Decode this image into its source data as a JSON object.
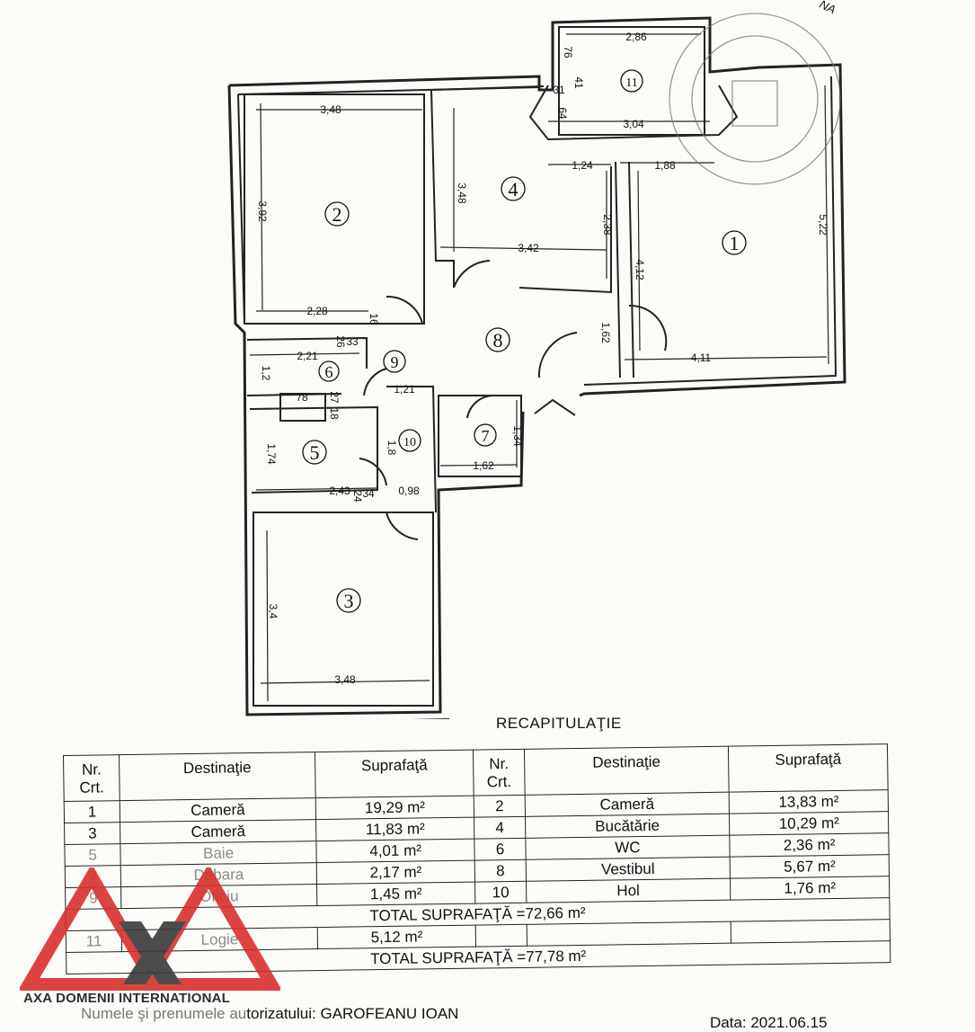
{
  "top_mark": "NA",
  "recap_title": "RECAPITULAŢIE",
  "table": {
    "headers": {
      "nr": "Nr. Crt.",
      "destinatie": "Destinaţie",
      "suprafata": "Suprafaţă"
    },
    "rows": [
      {
        "nr1": "1",
        "dest1": "Cameră",
        "sup1": "19,29 m²",
        "nr2": "2",
        "dest2": "Cameră",
        "sup2": "13,83 m²"
      },
      {
        "nr1": "3",
        "dest1": "Cameră",
        "sup1": "11,83 m²",
        "nr2": "4",
        "dest2": "Bucătărie",
        "sup2": "10,29 m²"
      },
      {
        "nr1": "5",
        "dest1": "Baie",
        "sup1": "4,01 m²",
        "nr2": "6",
        "dest2": "WC",
        "sup2": "2,36 m²"
      },
      {
        "nr1": "7",
        "dest1": "Debara",
        "sup1": "2,17 m²",
        "nr2": "8",
        "dest2": "Vestibul",
        "sup2": "5,67 m²"
      },
      {
        "nr1": "9",
        "dest1": "Oficiu",
        "sup1": "1,45 m²",
        "nr2": "10",
        "dest2": "Hol",
        "sup2": "1,76 m²"
      }
    ],
    "total1": "TOTAL SUPRAFAŢĂ =72,66 m²",
    "row11": {
      "nr": "11",
      "dest": "Logie",
      "sup": "5,12 m²"
    },
    "total2": "TOTAL SUPRAFAŢĂ =77,78 m²"
  },
  "logo": {
    "text": "AXA DOMENII INTERNATIONAL",
    "color_red": "#d9302c",
    "color_dark": "#3a3a3a"
  },
  "footer": {
    "prefix": "Numele şi prenumele au",
    "rest": "torizatului: GAROFEANU IOAN"
  },
  "date": "Data: 2021.06.15",
  "plan": {
    "rooms": [
      "1",
      "2",
      "3",
      "4",
      "5",
      "6",
      "7",
      "8",
      "9",
      "10",
      "11"
    ],
    "dims": [
      "2,86",
      "76",
      "31",
      "41",
      "64",
      "3,04",
      "3,48",
      "3,92",
      "2,28",
      "16",
      "3,48",
      "1,24",
      "1,88",
      "2,38",
      "3,42",
      "5,22",
      "4,12",
      "1,62",
      "4,11",
      "2,21",
      "26",
      "33",
      "1,2",
      "78",
      "27",
      "18",
      "1,21",
      "1,34",
      "1,74",
      "1,8",
      "1,62",
      "2,43",
      "24",
      "34",
      "0,98",
      "3,4",
      "3,48"
    ]
  }
}
